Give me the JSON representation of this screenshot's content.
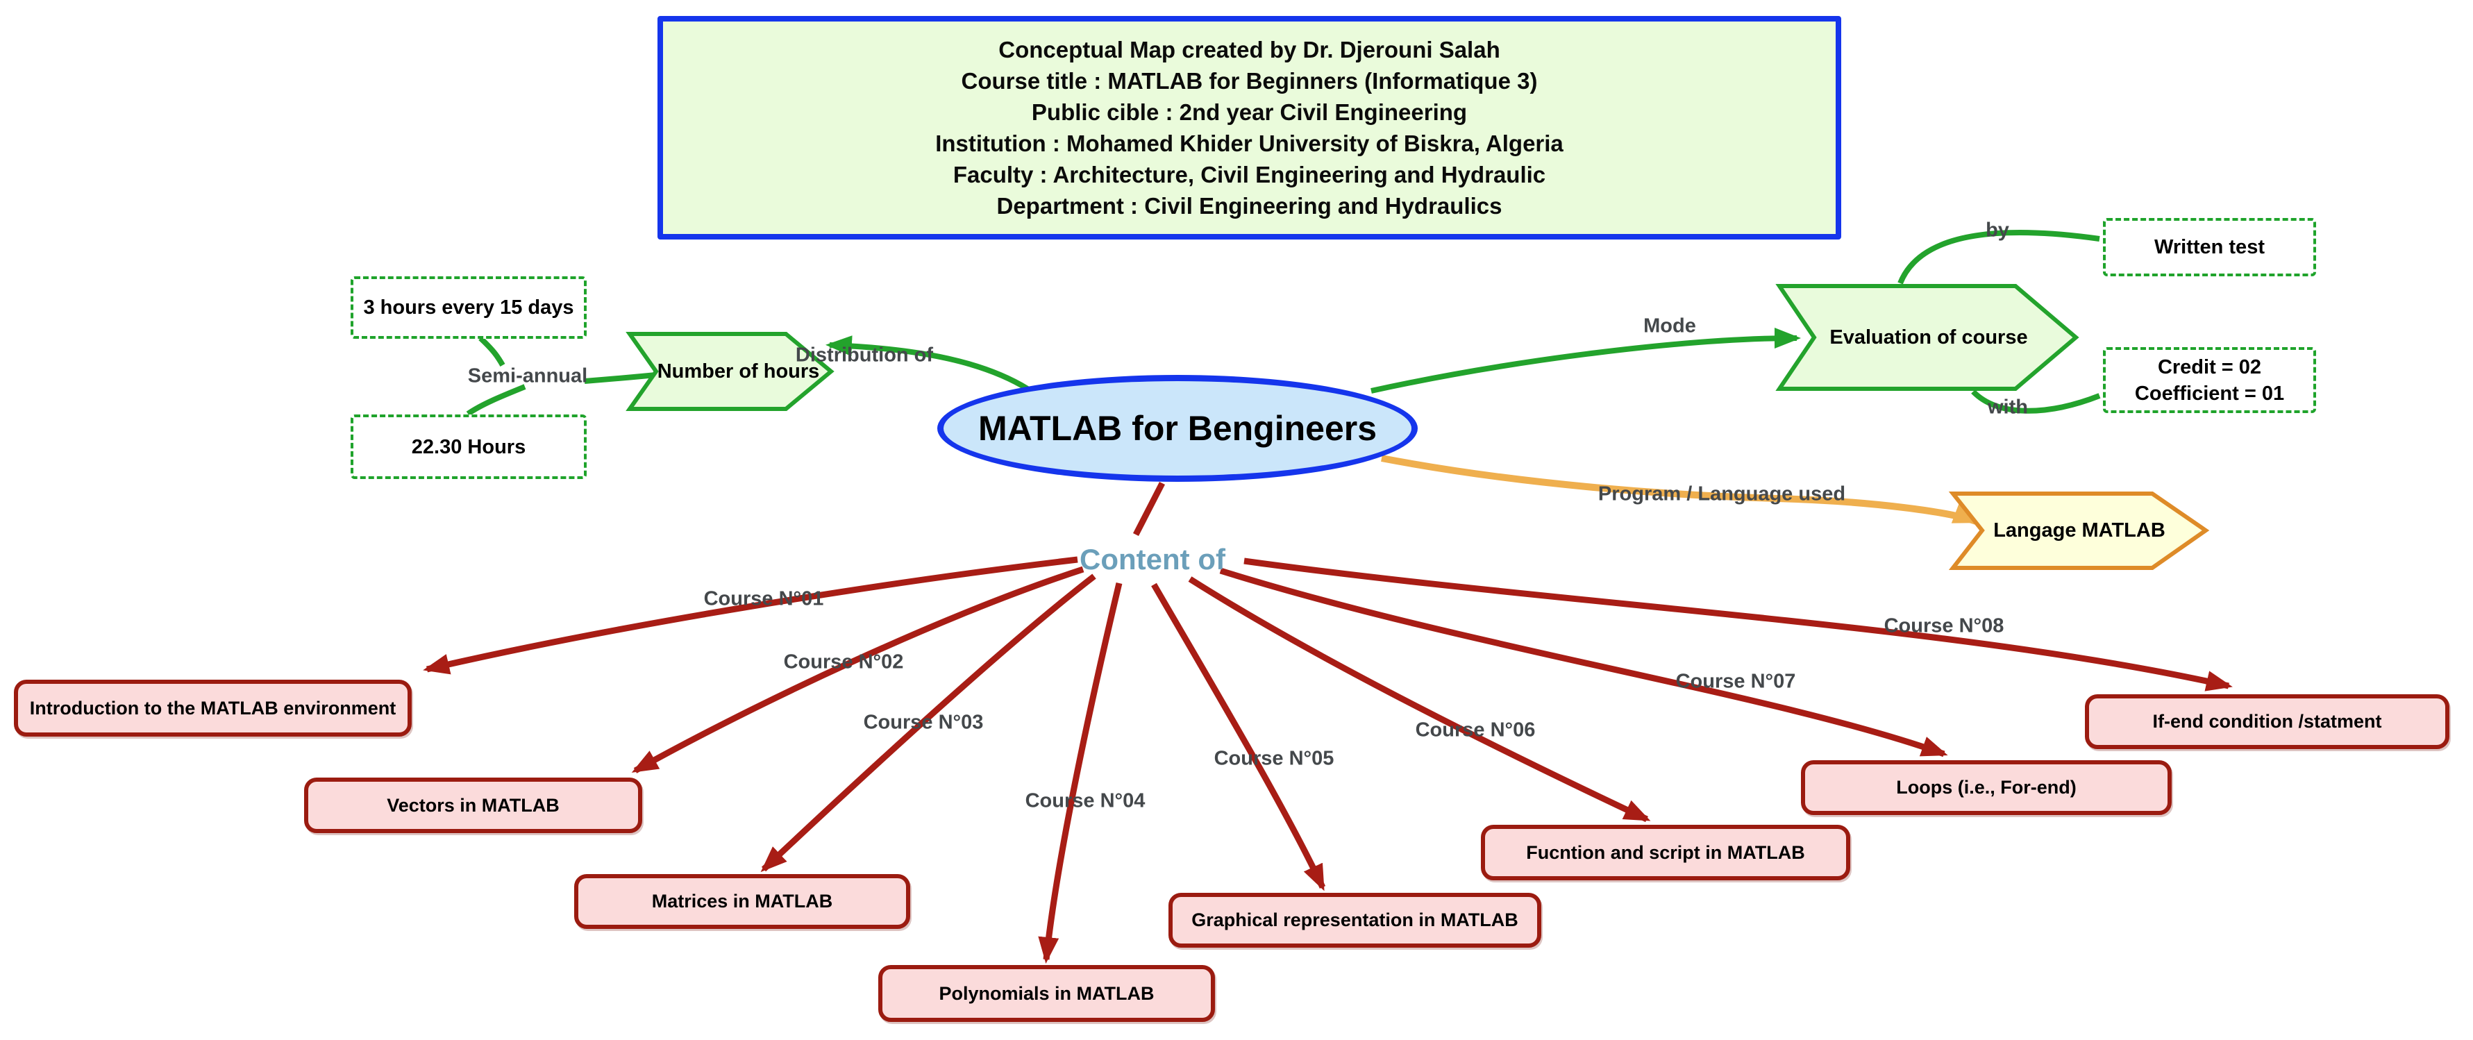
{
  "header_box": {
    "lines": [
      "Conceptual Map created by Dr. Djerouni Salah",
      "Course title : MATLAB for Beginners (Informatique 3)",
      "Public cible : 2nd year Civil Engineering",
      "Institution : Mohamed Khider University of Biskra, Algeria",
      "Faculty : Architecture, Civil Engineering and Hydraulic",
      "Department : Civil Engineering and Hydraulics"
    ]
  },
  "main_node": {
    "label": "MATLAB for Bengineers"
  },
  "hours_branch": {
    "connector_label": "Distribution of",
    "node": "Number of hours",
    "sub_label": "Semi-annual",
    "schedule_box": "3 hours every 15 days",
    "total_box": "22.30 Hours"
  },
  "evaluation_branch": {
    "connector_label": "Mode",
    "node": "Evaluation of course",
    "by_label": "by",
    "written_test_box": "Written test",
    "with_label": "with",
    "credit_line1": "Credit = 02",
    "credit_line2": "Coefficient = 01"
  },
  "language_branch": {
    "connector_label": "Program / Language used",
    "node": "Langage MATLAB"
  },
  "content_branch": {
    "label": "Content of",
    "courses": [
      {
        "label": "Course N°01",
        "title": "Introduction to the MATLAB environment"
      },
      {
        "label": "Course N°02",
        "title": "Vectors in MATLAB"
      },
      {
        "label": "Course N°03",
        "title": "Matrices in MATLAB"
      },
      {
        "label": "Course N°04",
        "title": "Polynomials in MATLAB"
      },
      {
        "label": "Course N°05",
        "title": "Graphical representation in MATLAB"
      },
      {
        "label": "Course N°06",
        "title": "Fucntion and script in MATLAB"
      },
      {
        "label": "Course N°07",
        "title": "Loops (i.e., For-end)"
      },
      {
        "label": "Course N°08",
        "title": "If-end condition /statment"
      }
    ]
  },
  "colors": {
    "main_node_fill": "#CBE6FA",
    "blue_border": "#1535EC",
    "green": "#23A32C",
    "green_fill": "#E9FBDC",
    "orange_line": "#EFAF4E",
    "orange_border": "#DE8B28",
    "yellow_fill": "#FEFFDB",
    "red_line": "#A81D15",
    "pink_fill": "#FBDBDB",
    "pink_border": "#9B1B10",
    "label_gray": "#44484B",
    "content_label_blue": "#6B9FBA",
    "header_fill": "#EAFBDB"
  }
}
